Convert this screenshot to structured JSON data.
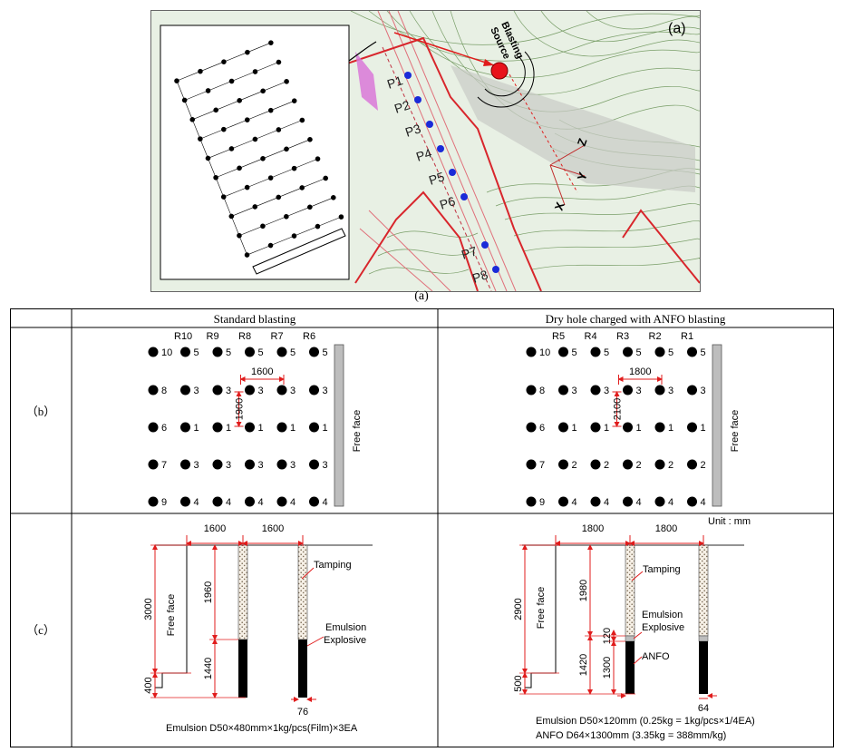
{
  "panel_a": {
    "label": "(a)",
    "caption": "(a)",
    "blasting_source": [
      "Blasting",
      "Source"
    ],
    "points": [
      "P1",
      "P2",
      "P3",
      "P4",
      "P5",
      "P6",
      "P7",
      "P8"
    ],
    "axes": [
      "Z",
      "Y",
      "X"
    ]
  },
  "table": {
    "header_left": "Standard blasting",
    "header_right": "Dry hole charged with ANFO blasting",
    "row_b": "（b）",
    "row_c": "（c）"
  },
  "standard_pattern": {
    "rows": [
      "R10",
      "R9",
      "R8",
      "R7",
      "R6"
    ],
    "delays": [
      [
        "10",
        "5",
        "5",
        "5",
        "5",
        "5"
      ],
      [
        "8",
        "3",
        "3",
        "3",
        "3",
        "3"
      ],
      [
        "6",
        "1",
        "1",
        "1",
        "1",
        "1"
      ],
      [
        "7",
        "3",
        "3",
        "3",
        "3",
        "3"
      ],
      [
        "9",
        "4",
        "4",
        "4",
        "4",
        "4"
      ]
    ],
    "spacing": "1600",
    "burden": "1900",
    "free_face": "Free face"
  },
  "anfo_pattern": {
    "rows": [
      "R5",
      "R4",
      "R3",
      "R2",
      "R1"
    ],
    "delays": [
      [
        "10",
        "5",
        "5",
        "5",
        "5",
        "5"
      ],
      [
        "8",
        "3",
        "3",
        "3",
        "3",
        "3"
      ],
      [
        "6",
        "1",
        "1",
        "1",
        "1",
        "1"
      ],
      [
        "7",
        "2",
        "2",
        "2",
        "2",
        "2"
      ],
      [
        "9",
        "4",
        "4",
        "4",
        "4",
        "4"
      ]
    ],
    "spacing": "1800",
    "burden": "2100",
    "free_face": "Free face"
  },
  "standard_section": {
    "spacing_1": "1600",
    "spacing_2": "1600",
    "depth_total": "3000",
    "depth_toe": "400",
    "tamping_len": "1960",
    "charge_len": "1440",
    "diameter": "76",
    "free_face": "Free face",
    "tamping_label": "Tamping",
    "explosive_label": [
      "Emulsion",
      "Explosive"
    ],
    "footnote": "Emulsion D50×480mm×1kg/pcs(Film)×3EA"
  },
  "anfo_section": {
    "unit": "Unit : mm",
    "spacing_1": "1800",
    "spacing_2": "1800",
    "depth_total": "2900",
    "depth_toe": "500",
    "tamping_len": "1980",
    "emulsion_len": "120",
    "anfo_len": "1300",
    "charge_len": "1420",
    "diameter": "64",
    "free_face": "Free face",
    "tamping_label": "Tamping",
    "explosive_label": [
      "Emulsion",
      "Explosive"
    ],
    "anfo_label": "ANFO",
    "footnote_1": "Emulsion D50×120mm (0.25kg = 1kg/pcs×1/4EA)",
    "footnote_2": "ANFO D64×1300mm (3.35kg = 388mm/kg)"
  }
}
